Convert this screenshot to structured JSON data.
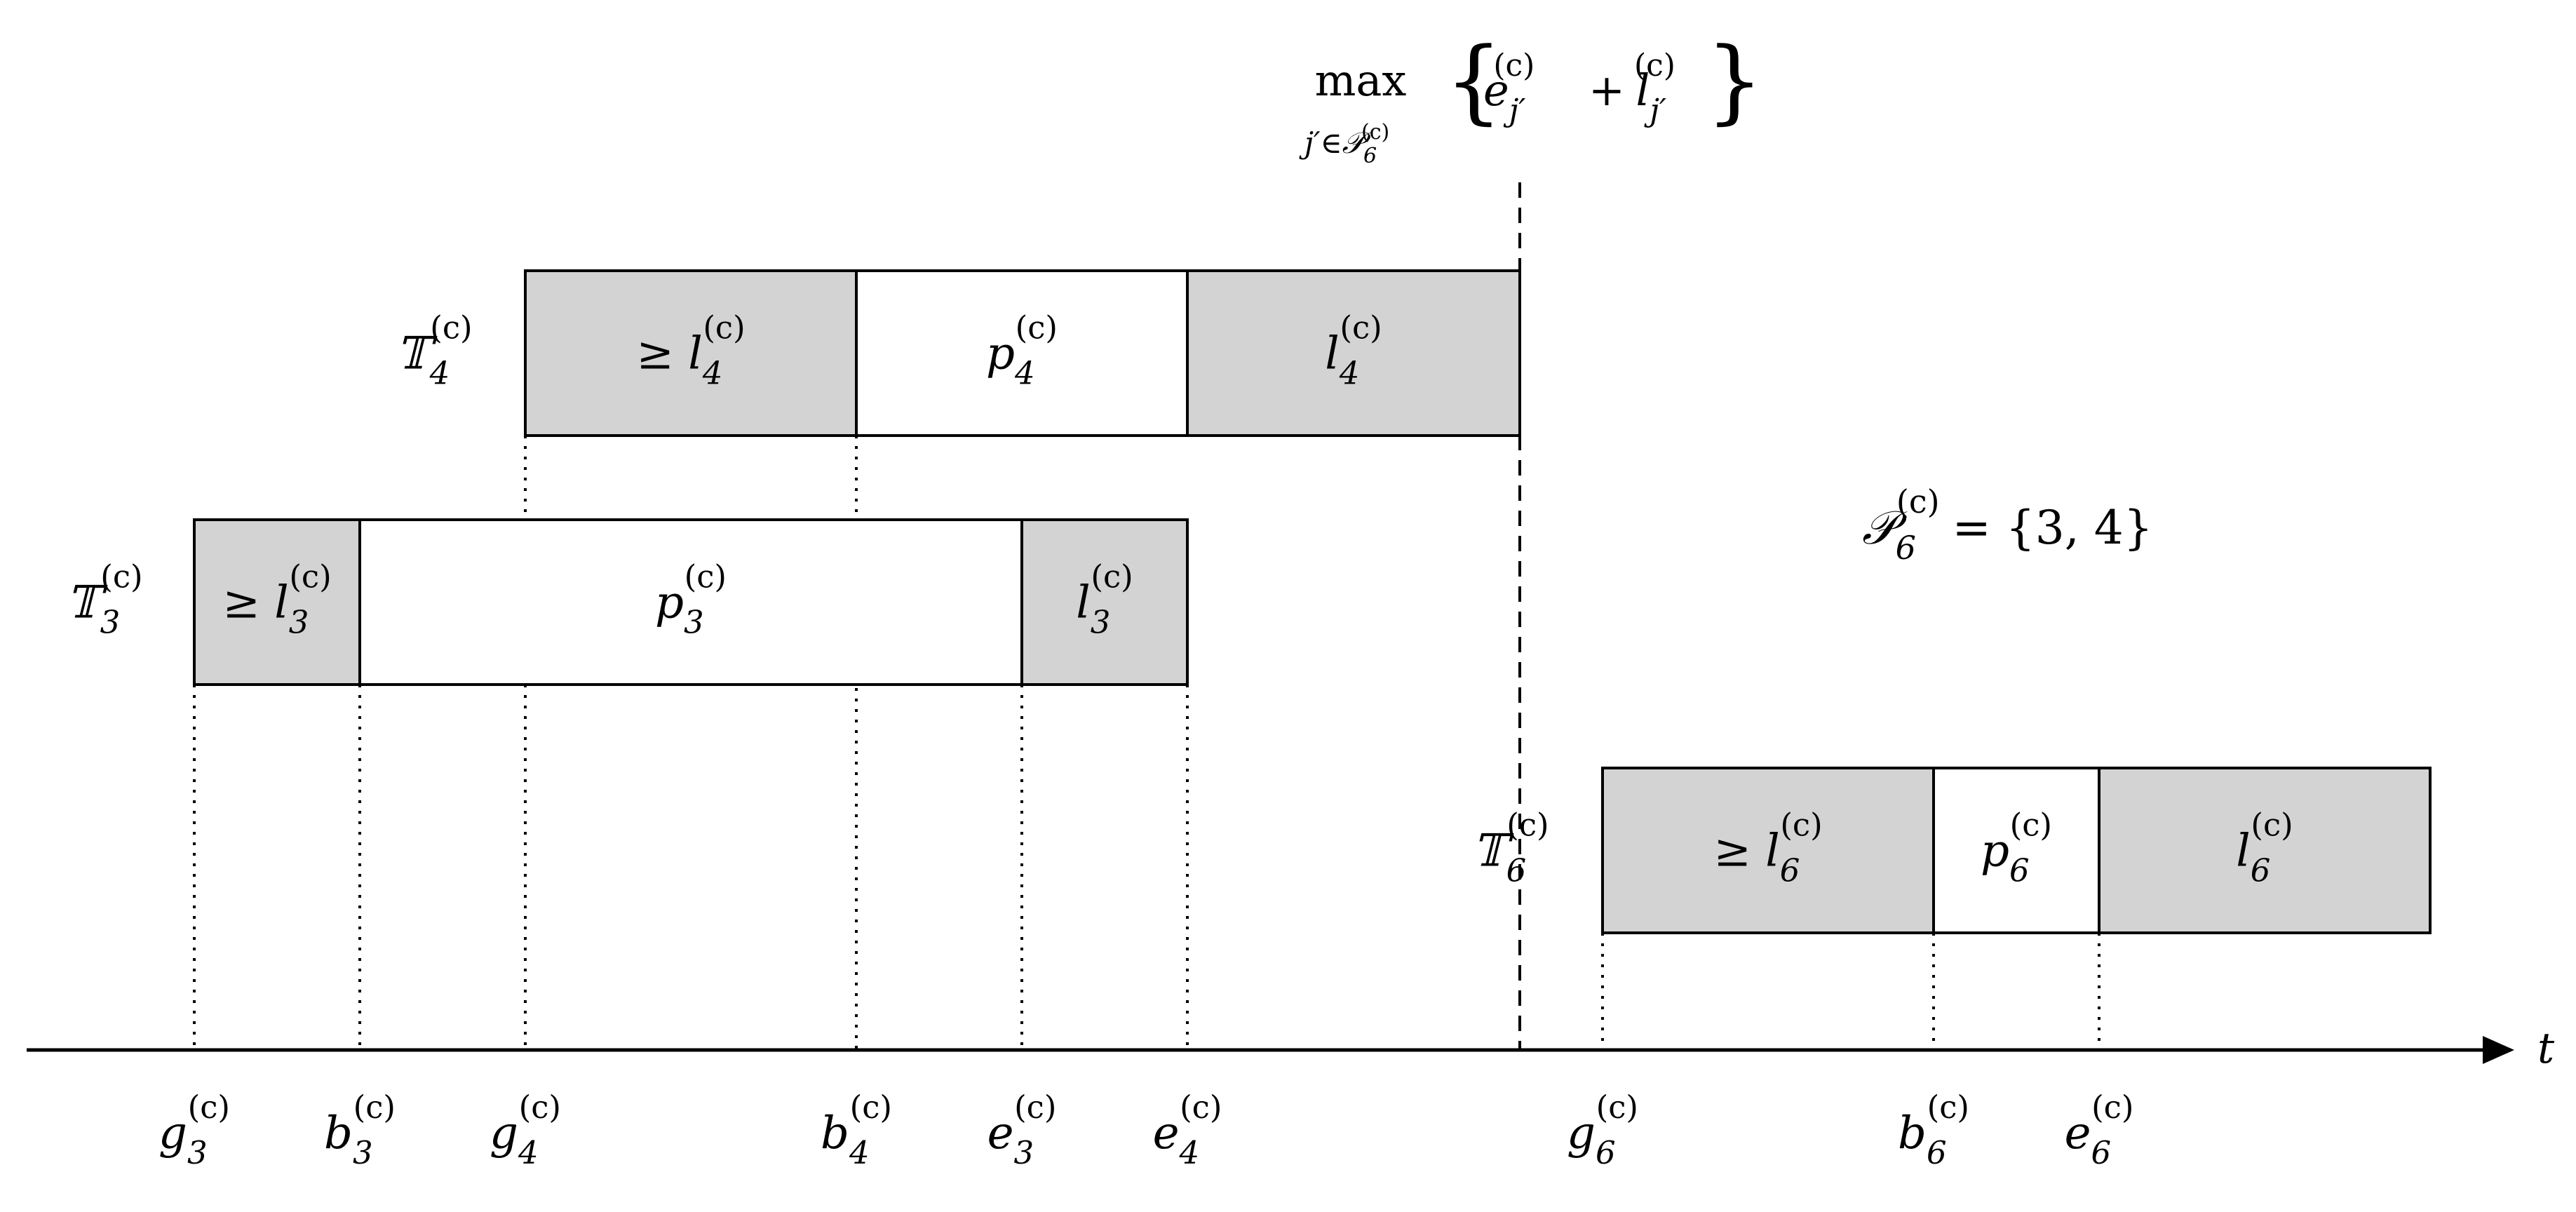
{
  "colors": {
    "shaded": "#d3d3d3",
    "plain": "#ffffff",
    "stroke": "#000000"
  },
  "axis": {
    "label": "t",
    "ticks": [
      {
        "sym": "g",
        "sub": "3",
        "sup": "(c)"
      },
      {
        "sym": "b",
        "sub": "3",
        "sup": "(c)"
      },
      {
        "sym": "g",
        "sub": "4",
        "sup": "(c)"
      },
      {
        "sym": "b",
        "sub": "4",
        "sup": "(c)"
      },
      {
        "sym": "e",
        "sub": "3",
        "sup": "(c)"
      },
      {
        "sym": "e",
        "sub": "4",
        "sup": "(c)"
      },
      {
        "sym": "g",
        "sub": "6",
        "sup": "(c)"
      },
      {
        "sym": "b",
        "sub": "6",
        "sup": "(c)"
      },
      {
        "sym": "e",
        "sub": "6",
        "sup": "(c)"
      }
    ]
  },
  "tasks": [
    {
      "label": {
        "sym": "𝕋",
        "sub": "4",
        "sup": "(c)"
      },
      "segments": [
        {
          "prefix": "≥ ",
          "sym": "l",
          "sub": "4",
          "sup": "(c)",
          "shaded": true
        },
        {
          "prefix": "",
          "sym": "p",
          "sub": "4",
          "sup": "(c)",
          "shaded": false
        },
        {
          "prefix": "",
          "sym": "l",
          "sub": "4",
          "sup": "(c)",
          "shaded": true
        }
      ]
    },
    {
      "label": {
        "sym": "𝕋",
        "sub": "3",
        "sup": "(c)"
      },
      "segments": [
        {
          "prefix": "≥ ",
          "sym": "l",
          "sub": "3",
          "sup": "(c)",
          "shaded": true
        },
        {
          "prefix": "",
          "sym": "p",
          "sub": "3",
          "sup": "(c)",
          "shaded": false
        },
        {
          "prefix": "",
          "sym": "l",
          "sub": "3",
          "sup": "(c)",
          "shaded": true
        }
      ]
    },
    {
      "label": {
        "sym": "𝕋",
        "sub": "6",
        "sup": "(c)"
      },
      "segments": [
        {
          "prefix": "≥ ",
          "sym": "l",
          "sub": "6",
          "sup": "(c)",
          "shaded": true
        },
        {
          "prefix": "",
          "sym": "p",
          "sub": "6",
          "sup": "(c)",
          "shaded": false
        },
        {
          "prefix": "",
          "sym": "l",
          "sub": "6",
          "sup": "(c)",
          "shaded": true
        }
      ]
    }
  ],
  "max_annotation": {
    "op": "max",
    "under": {
      "index": "j′",
      "rel": "∈",
      "set": "𝒫",
      "set_sub": "6",
      "set_sup": "(c)"
    },
    "body": {
      "open": "{",
      "t1": {
        "sym": "e",
        "sub": "j′",
        "sup": "(c)"
      },
      "plus": "+",
      "t2": {
        "sym": "l",
        "sub": "j′",
        "sup": "(c)"
      },
      "close": "}"
    }
  },
  "set_definition": {
    "sym": "𝒫",
    "sub": "6",
    "sup": "(c)",
    "rhs": "= {3, 4}"
  }
}
